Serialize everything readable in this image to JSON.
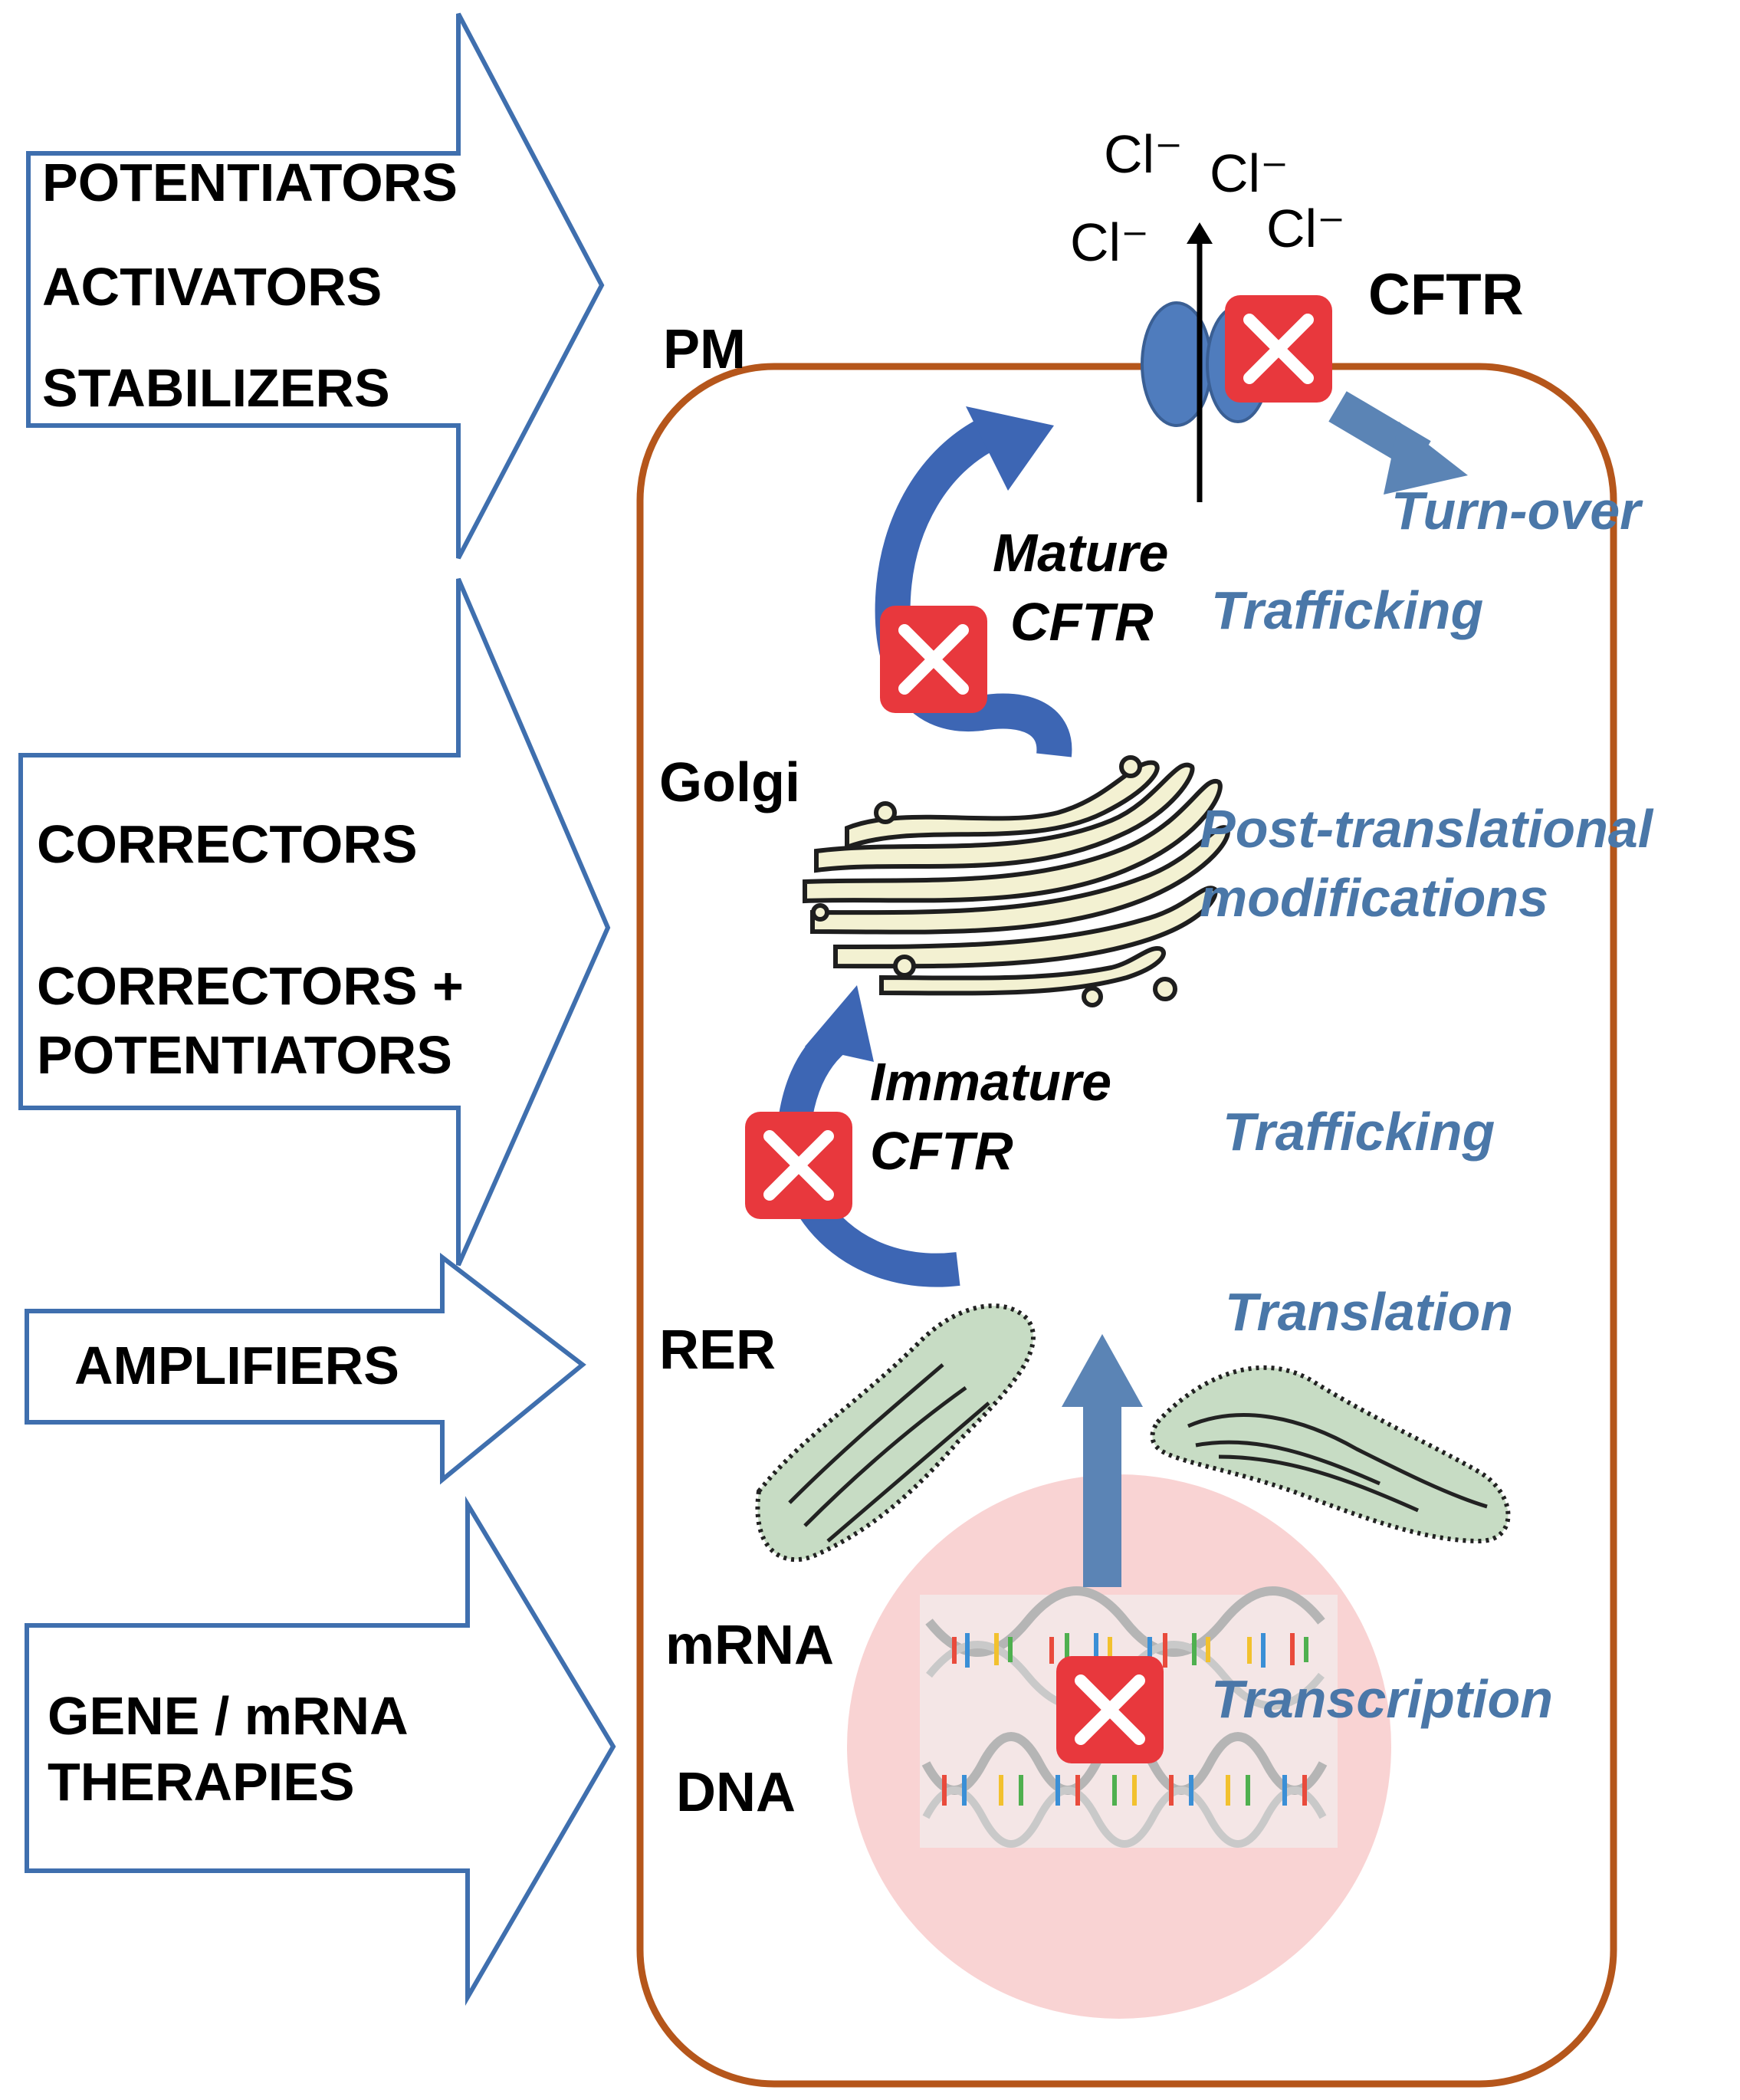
{
  "therapy_arrows": [
    {
      "lines": [
        "POTENTIATORS",
        "ACTIVATORS",
        "STABILIZERS"
      ]
    },
    {
      "lines": [
        "CORRECTORS",
        "CORRECTORS +",
        "POTENTIATORS"
      ]
    },
    {
      "lines": [
        "AMPLIFIERS"
      ]
    },
    {
      "lines": [
        "GENE / mRNA",
        "THERAPIES"
      ]
    }
  ],
  "compartments": {
    "pm": "PM",
    "golgi": "Golgi",
    "rer": "RER",
    "mrna": "mRNA",
    "dna": "DNA"
  },
  "protein": {
    "cftr": "CFTR",
    "mature": [
      "Mature",
      "CFTR"
    ],
    "immature": [
      "Immature",
      "CFTR"
    ]
  },
  "ions": [
    "Cl⁻",
    "Cl⁻",
    "Cl⁻",
    "Cl⁻"
  ],
  "processes": {
    "turnover": "Turn-over",
    "trafficking_upper": "Trafficking",
    "post_translational": [
      "Post-translational",
      "modifications"
    ],
    "trafficking_lower": "Trafficking",
    "translation": "Translation",
    "transcription": "Transcription"
  },
  "colors": {
    "therapy_arrow_outline": "#3f6fae",
    "cell_membrane": "#b5561b",
    "nucleus": "#f9d3d3",
    "curved_arrow": "#3d66b4",
    "process_arrow": "#5b84b5",
    "process_text": "#4a77a8",
    "block_marker": "#e8383d",
    "golgi_fill": "#f3f1d2",
    "rer_fill": "#c7dcc4",
    "cftr_channel": "#4f7cbd"
  }
}
